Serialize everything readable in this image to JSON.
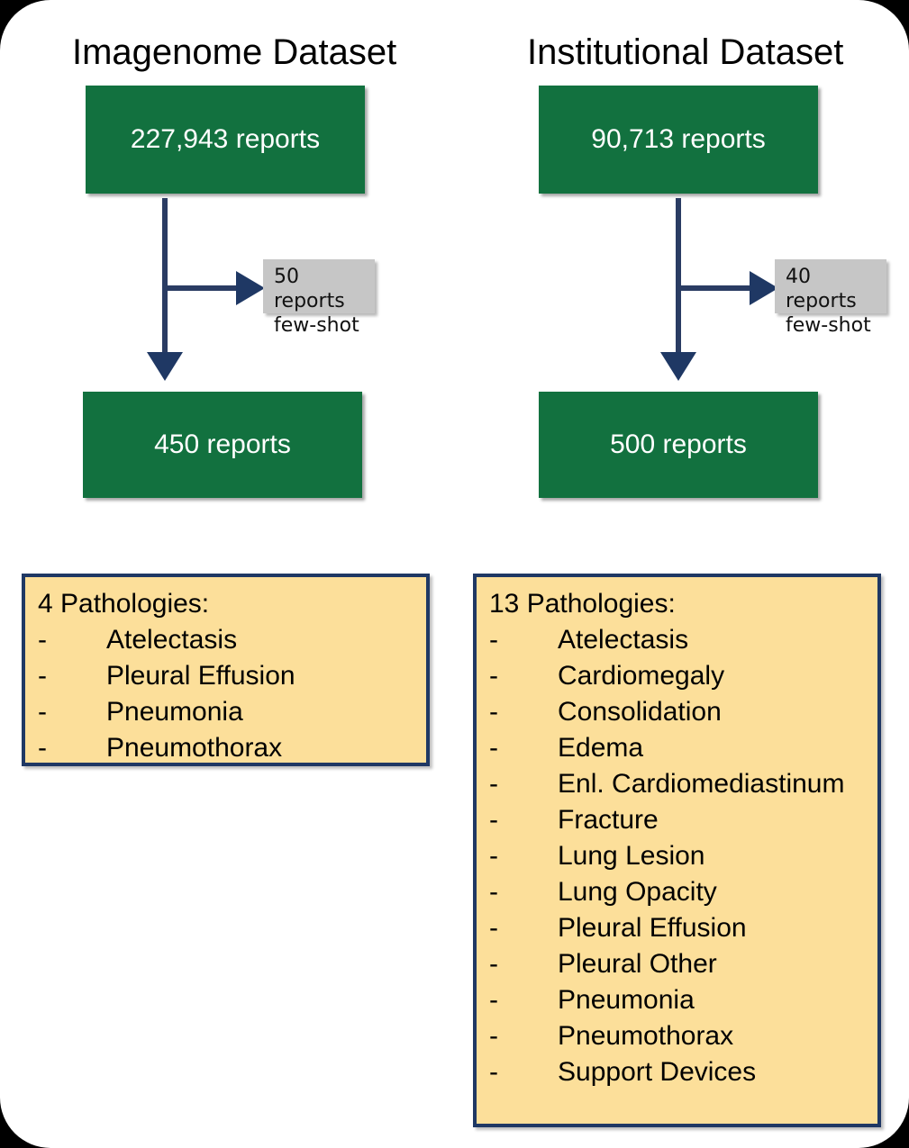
{
  "figure": {
    "type": "flowchart",
    "columns": [
      {
        "id": "imagenome",
        "title": "Imagenome Dataset",
        "source_box": {
          "label": "227,943 reports",
          "color": "#12713F"
        },
        "branch_box": {
          "line1": "50 reports",
          "line2": "few-shot",
          "color": "#C6C6C6"
        },
        "result_box": {
          "label": "450 reports",
          "color": "#12713F"
        },
        "pathologies": {
          "heading": "4 Pathologies:",
          "count": 4,
          "bullet": "-",
          "items": [
            "Atelectasis",
            "Pleural Effusion",
            "Pneumonia",
            "Pneumothorax"
          ]
        }
      },
      {
        "id": "institutional",
        "title": "Institutional Dataset",
        "source_box": {
          "label": "90,713 reports",
          "color": "#12713F"
        },
        "branch_box": {
          "line1": "40 reports",
          "line2": "few-shot",
          "color": "#C6C6C6"
        },
        "result_box": {
          "label": "500 reports",
          "color": "#12713F"
        },
        "pathologies": {
          "heading": "13 Pathologies:",
          "count": 13,
          "bullet": "-",
          "items": [
            "Atelectasis",
            "Cardiomegaly",
            "Consolidation",
            "Edema",
            "Enl. Cardiomediastinum",
            "Fracture",
            "Lung Lesion",
            "Lung Opacity",
            "Pleural Effusion",
            "Pleural Other",
            "Pneumonia",
            "Pneumothorax",
            "Support Devices"
          ]
        }
      }
    ],
    "colors": {
      "green": "#12713F",
      "gray": "#C6C6C6",
      "yellow_fill": "#FCDF9A",
      "navy_border": "#1F3864",
      "arrow": "#2A3C63",
      "frame": "#000000",
      "text_on_green": "#FFFFFF",
      "text": "#000000"
    }
  }
}
